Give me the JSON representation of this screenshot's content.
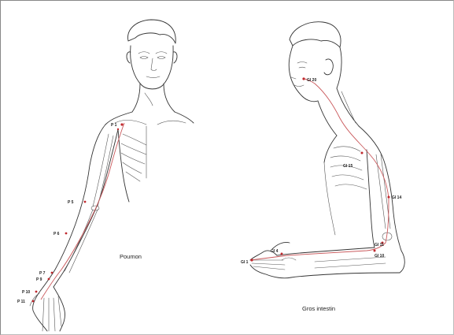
{
  "figures": {
    "lung": {
      "title": "Poumon",
      "points": [
        "P 1",
        "P 5",
        "P 6",
        "P 7",
        "P 9",
        "P 10",
        "P 11"
      ]
    },
    "large_intestine": {
      "title": "Gros intestin",
      "points": [
        "GI 20",
        "GI 15",
        "GI 14",
        "GI 11",
        "GI 10",
        "GI 4",
        "GI 1"
      ]
    }
  },
  "colors": {
    "meridian": "#c0282d",
    "line_art": "#333333",
    "background": "#ffffff"
  }
}
